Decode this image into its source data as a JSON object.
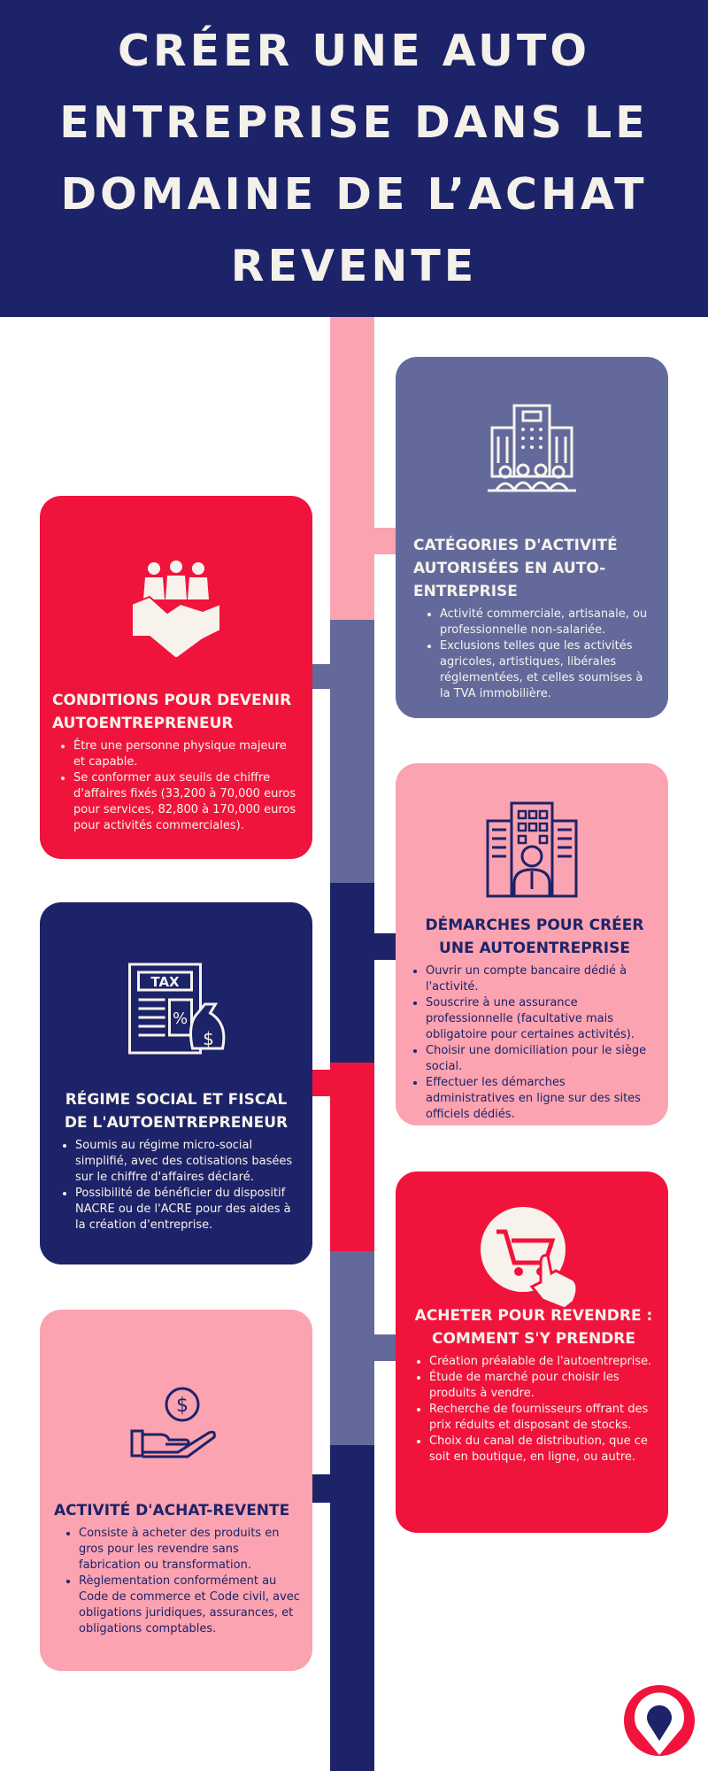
{
  "title": "CRÉER UNE AUTO ENTREPRISE DANS LE DOMAINE DE L’ACHAT REVENTE",
  "colors": {
    "navy": "#1d2369",
    "slate": "#636a9b",
    "red": "#f0143c",
    "pink": "#fba3b0"
  },
  "cards": [
    {
      "icon": "office-building-icon",
      "title": "CATÉGORIES D'ACTIVITÉ AUTORISÉES EN AUTO-ENTREPRISE",
      "bullets": [
        "Activité commerciale, artisanale, ou professionnelle non-salariée.",
        "Exclusions telles que les activités agricoles, artistiques, libérales réglementées, et celles soumises à la TVA immobilière."
      ]
    },
    {
      "icon": "handshake-team-icon",
      "title": "CONDITIONS POUR DEVENIR AUTOENTREPRENEUR",
      "bullets": [
        "Être une personne physique majeure et capable.",
        "Se conformer aux seuils de chiffre d'affaires fixés (33,200 à 70,000 euros pour services, 82,800 à 170,000 euros pour activités commerciales)."
      ]
    },
    {
      "icon": "businessman-buildings-icon",
      "title": "DÉMARCHES POUR CRÉER UNE AUTOENTREPRISE",
      "bullets": [
        "Ouvrir un compte bancaire dédié à l'activité.",
        "Souscrire à une assurance professionnelle (facultative mais obligatoire pour certaines activités).",
        "Choisir une domiciliation pour le siège social.",
        "Effectuer les démarches administratives en ligne sur des sites officiels dédiés."
      ]
    },
    {
      "icon": "tax-form-money-bag-icon",
      "icon_text": "TAX",
      "title": "RÉGIME SOCIAL ET FISCAL DE L'AUTOENTREPRENEUR",
      "bullets": [
        "Soumis au régime micro-social simplifié, avec des cotisations basées sur le chiffre d'affaires déclaré.",
        "Possibilité de bénéficier du dispositif NACRE ou de l'ACRE pour des aides à la création d'entreprise."
      ]
    },
    {
      "icon": "shopping-cart-click-icon",
      "title": "ACHETER POUR REVENDRE : COMMENT S'Y PRENDRE",
      "bullets": [
        "Création préalable de l'autoentreprise.",
        "Étude de marché pour choisir les produits à vendre.",
        "Recherche de fournisseurs offrant des prix réduits et disposant de stocks.",
        "Choix du canal de distribution, que ce soit en boutique, en ligne, ou autre."
      ]
    },
    {
      "icon": "hand-dollar-coin-icon",
      "title": "ACTIVITÉ D'ACHAT-REVENTE",
      "bullets": [
        "Consiste à acheter des produits en gros pour les revendre sans fabrication ou transformation.",
        "Règlementation conformément au Code de commerce et Code civil, avec obligations juridiques, assurances, et obligations comptables."
      ]
    }
  ],
  "logo": "location-pin-logo"
}
